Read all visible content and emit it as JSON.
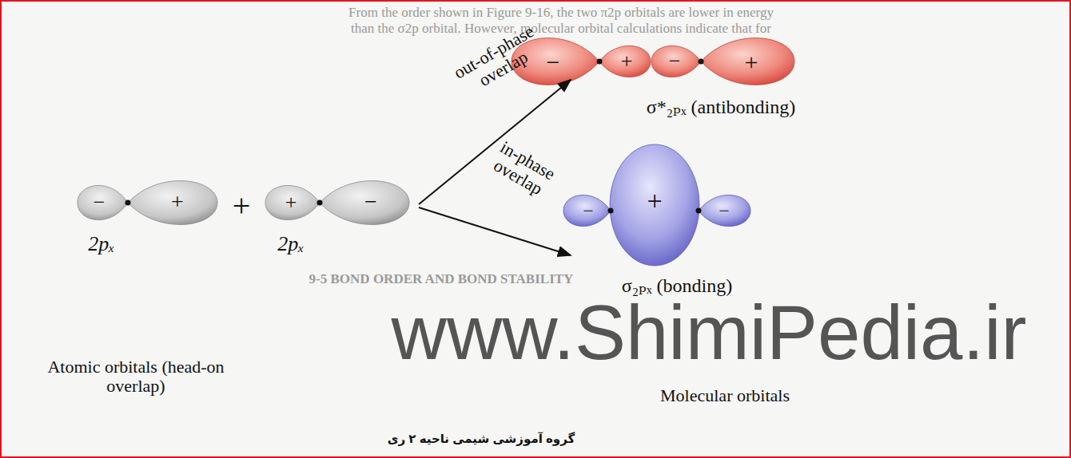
{
  "diagram": {
    "labels": [
      "From the order shown in Figure 9-16, the two π2p orbitals are lower in energy",
      "than the σ2p orbital. However, molecular orbital calculations indicate that for",
      "out-of-phase overlap",
      "−",
      "+",
      "−",
      "+",
      "σ*₂ₚₓ (antibonding)",
      "−",
      "+",
      "+",
      "+",
      "−",
      "2pₓ",
      "2pₓ",
      "in-phase overlap",
      "−",
      "+",
      "−",
      "9-5 BOND ORDER AND BOND STABILITY",
      "σ₂ₚₓ (bonding)",
      "www.ShimiPedia.ir",
      "Atomic orbitals (head-on overlap)",
      "Molecular orbitals",
      "گروه آموزشی شیمی ناحیه ۲ ری"
    ]
  }
}
